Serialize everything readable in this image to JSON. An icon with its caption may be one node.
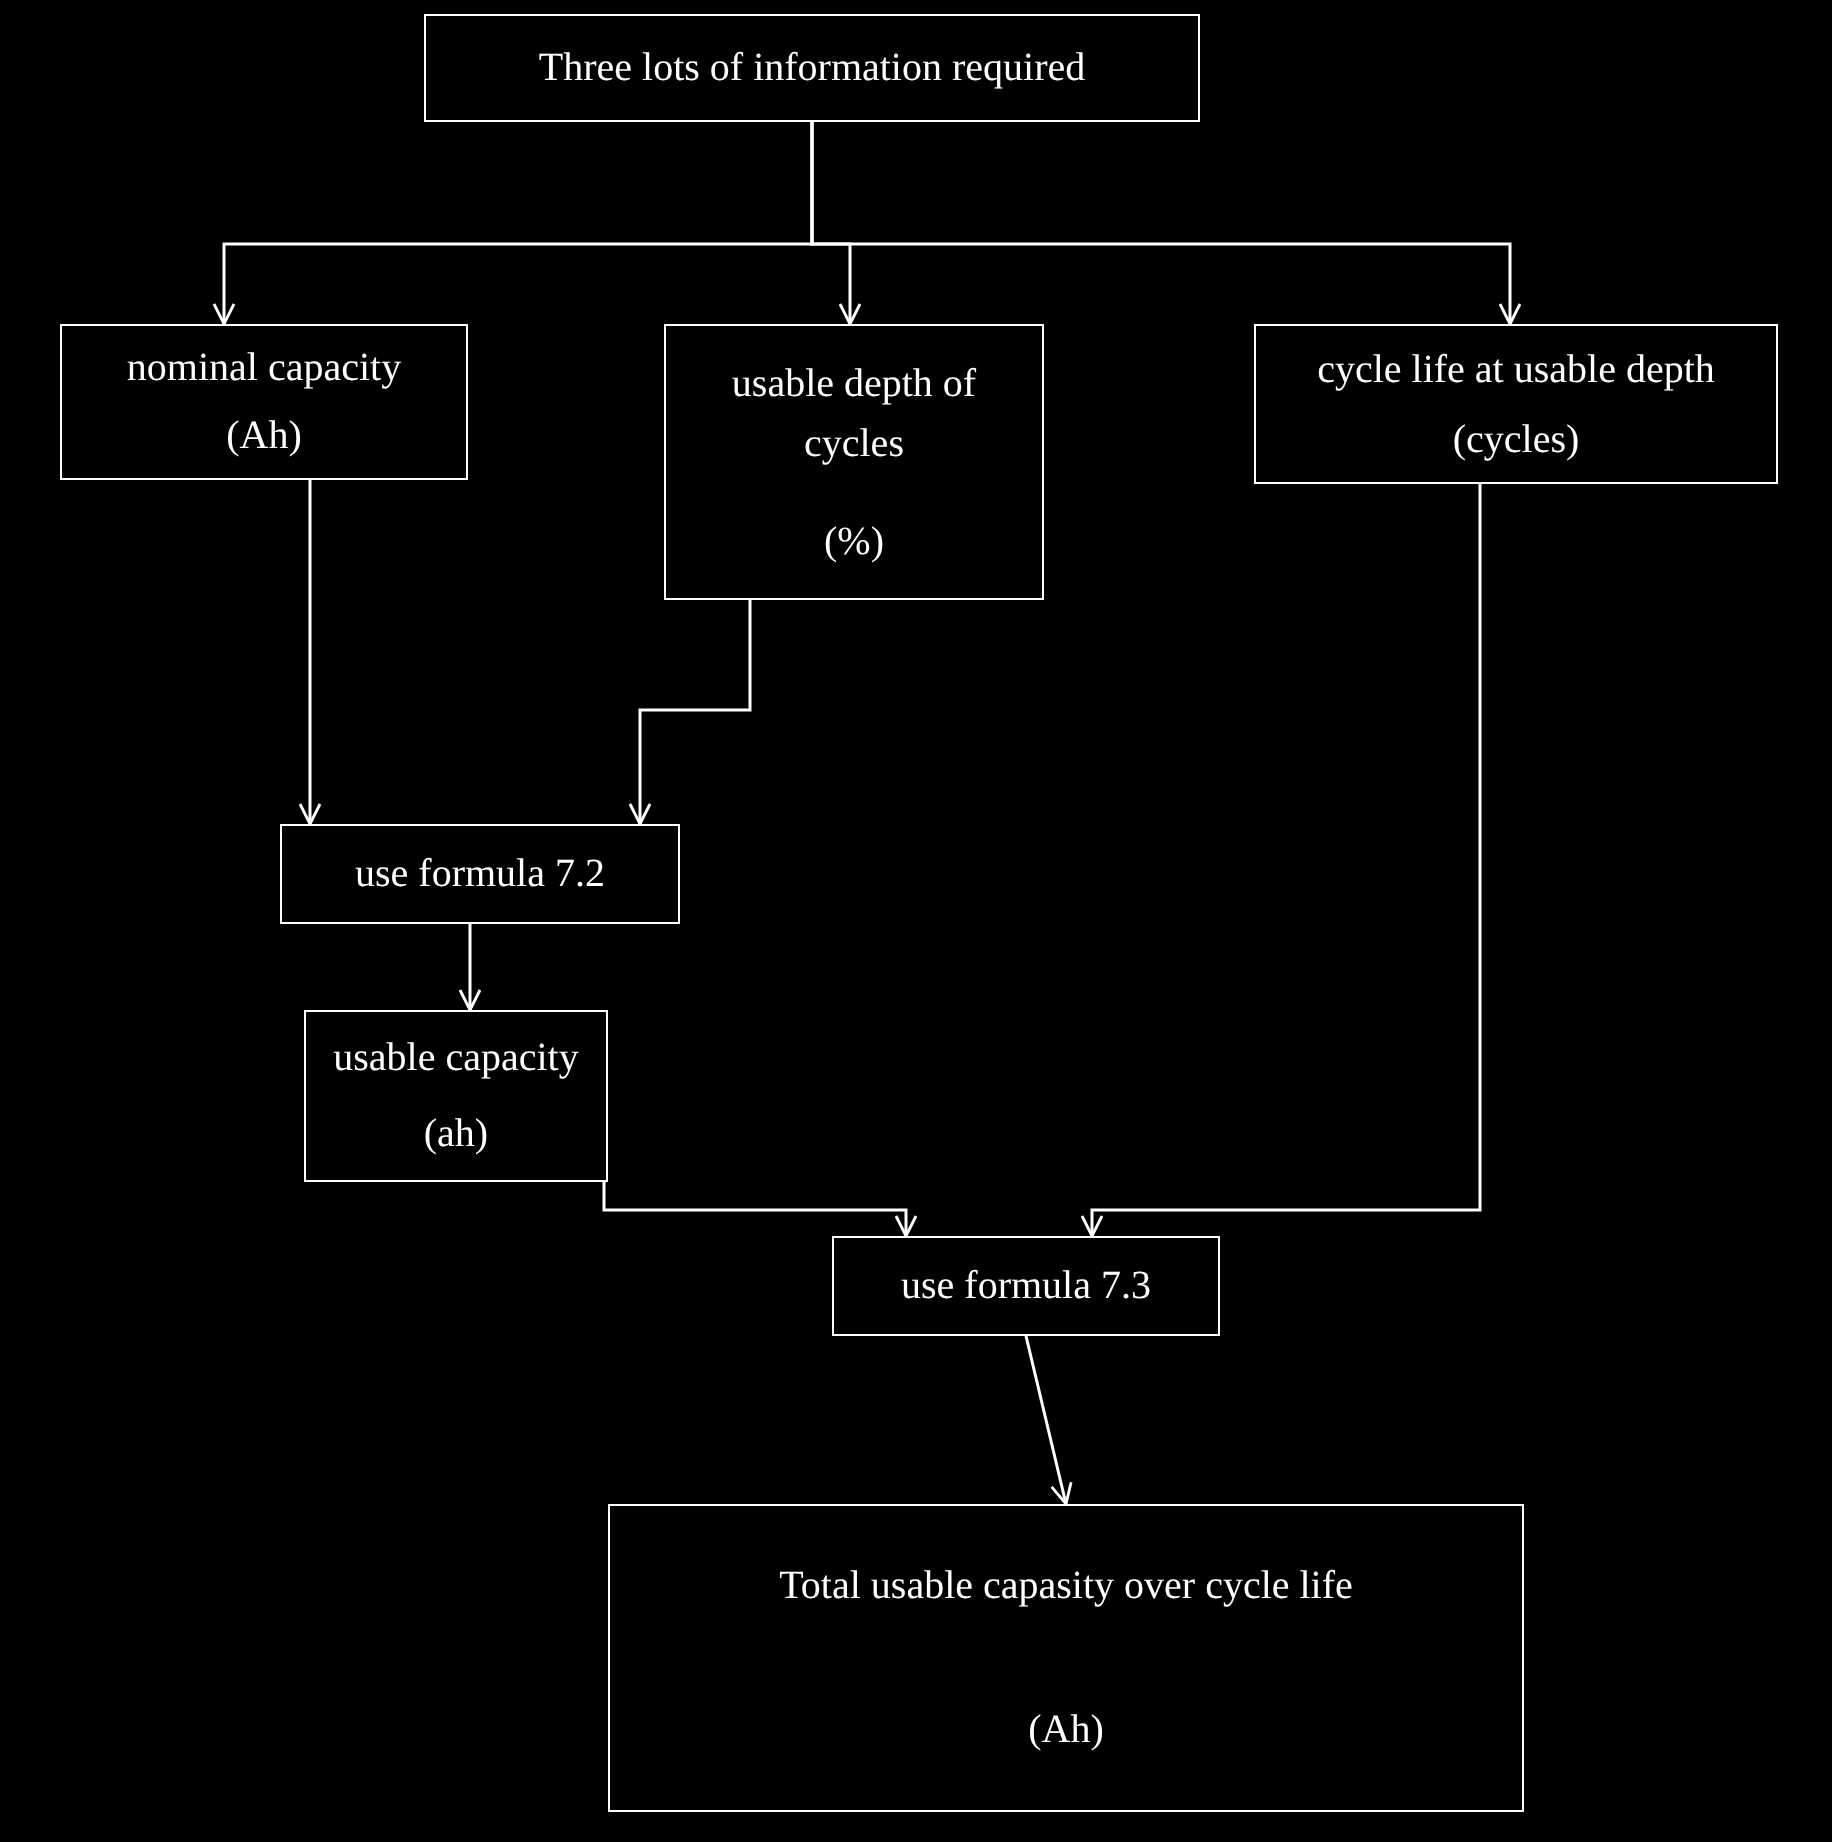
{
  "diagram": {
    "nodes": [
      {
        "text": [
          "Three lots of information required"
        ]
      },
      {
        "text": [
          "nominal capacity",
          "(Ah)"
        ]
      },
      {
        "text": [
          "usable depth of cycles",
          "(%)"
        ]
      },
      {
        "text": [
          "cycle life at usable depth",
          "(cycles)"
        ]
      },
      {
        "text": [
          "use formula 7.2"
        ]
      },
      {
        "text": [
          "usable capacity",
          "(ah)"
        ]
      },
      {
        "text": [
          "use formula 7.3"
        ]
      },
      {
        "text": [
          "Total usable capasity over cycle life",
          "(Ah)"
        ]
      }
    ],
    "edges": [
      {
        "from": 0,
        "to": 1,
        "arrow": "to"
      },
      {
        "from": 0,
        "to": 2,
        "arrow": "to"
      },
      {
        "from": 0,
        "to": 3,
        "arrow": "to"
      },
      {
        "from": 1,
        "to": 4,
        "arrow": "to"
      },
      {
        "from": 2,
        "to": 4,
        "arrow": "to"
      },
      {
        "from": 4,
        "to": 5,
        "arrow": "to"
      },
      {
        "from": 5,
        "to": 6,
        "arrow": "to"
      },
      {
        "from": 3,
        "to": 6,
        "arrow": "to"
      },
      {
        "from": 6,
        "to": 7,
        "arrow": "to"
      }
    ]
  }
}
